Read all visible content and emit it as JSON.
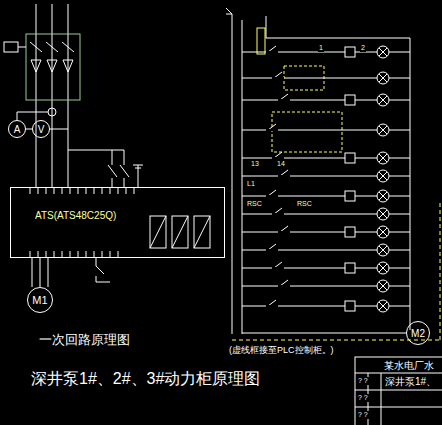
{
  "diagram": {
    "title": "深井泵1#、2#、3#动力柜原理图",
    "nodes": [
      {
        "text": [
          "ATS(ATS48C25Q)"
        ]
      },
      {
        "text": [
          "M1"
        ]
      },
      {
        "text": [
          "A"
        ]
      },
      {
        "text": [
          "V"
        ]
      },
      {
        "text": [
          "M2"
        ]
      }
    ],
    "edges": [
      {
        "from": 0,
        "to": 1,
        "arrow": "none"
      }
    ],
    "labels": [
      "一次回路原理图",
      "(虚线框接至PLC控制柜。)",
      "13",
      "14",
      "1",
      "2",
      "L1",
      "RSC",
      "RSC",
      "某水电厂水",
      "? ?",
      "深井泵1#、",
      "? ?",
      "? ?"
    ]
  }
}
